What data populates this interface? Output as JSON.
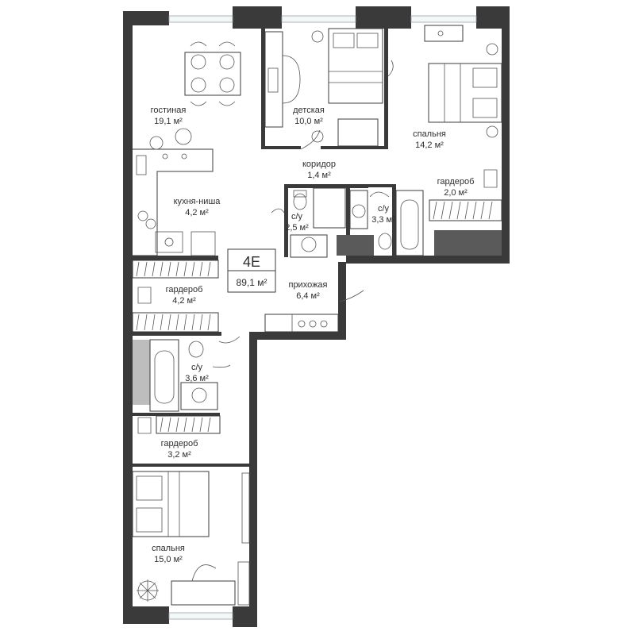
{
  "apartment": {
    "code": "4E",
    "area": "89,1 м²"
  },
  "rooms": {
    "living": {
      "name": "гостиная",
      "area": "19,1 м²"
    },
    "kids": {
      "name": "детская",
      "area": "10,0 м²"
    },
    "bedroom1": {
      "name": "спальня",
      "area": "14,2 м²"
    },
    "corridor": {
      "name": "коридор",
      "area": "1,4 м²"
    },
    "wardrobe1": {
      "name": "гардероб",
      "area": "2,0 м²"
    },
    "kitchen": {
      "name": "кухня-ниша",
      "area": "4,2 м²"
    },
    "bath1": {
      "name": "с/у",
      "area": "2,5 м²"
    },
    "bath2": {
      "name": "с/у",
      "area": "3,3 м²"
    },
    "wardrobe2": {
      "name": "гардероб",
      "area": "4,2 м²"
    },
    "hall": {
      "name": "прихожая",
      "area": "6,4 м²"
    },
    "bath3": {
      "name": "с/у",
      "area": "3,6 м²"
    },
    "wardrobe3": {
      "name": "гардероб",
      "area": "3,2 м²"
    },
    "bedroom2": {
      "name": "спальня",
      "area": "15,0 м²"
    }
  },
  "colors": {
    "wall": "#3a3a3a",
    "line": "#3b3b3b",
    "window": "#9aa4a8"
  }
}
